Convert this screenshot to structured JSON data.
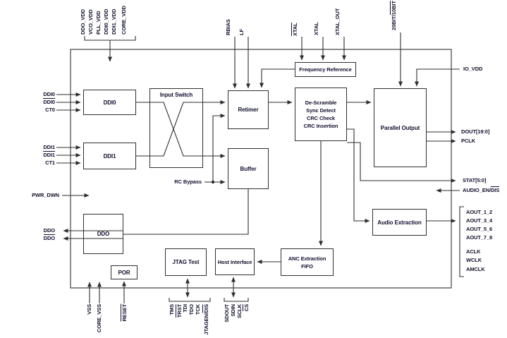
{
  "diagram": {
    "colors": {
      "line": "#2e2e2e",
      "text": "#10102e",
      "background": "#ffffff"
    },
    "blocks": {
      "ddi0": "DDI0",
      "ddi1": "DDI1",
      "input_switch": "Input Switch",
      "retimer": "Retimer",
      "buffer": "Buffer",
      "ddo": "DDO",
      "por": "POR",
      "jtag_test": "JTAG Test",
      "host_interface": "Host Interface",
      "anc_fifo": [
        "ANC Extraction",
        "FIFO"
      ],
      "freq_ref": "Frequency Reference",
      "descramble": [
        "De-Scramble",
        "Sync Detect",
        "CRC Check",
        "CRC Insertion"
      ],
      "parallel_output": "Parallel Output",
      "audio_extraction": "Audio Extraction"
    },
    "pins": {
      "power": [
        "DDO_VDD",
        "VCO_VDD",
        "PLL_VDD",
        "DDI0_VDD",
        "DDI1_VDD",
        "CORE_VDD"
      ],
      "rbias": "RBIAS",
      "lf": "LF",
      "xtal_n": "XTAL",
      "xtal": "XTAL",
      "xtal_out": "XTAL_OUT",
      "bit_mode": {
        "prefix": "20BIT/",
        "overlined": "10BIT"
      },
      "io_vdd": "IO_VDD",
      "dout": "DOUT[19:0]",
      "pclk": "PCLK",
      "stat": "STAT[5:0]",
      "audio_en": {
        "prefix": "AUDIO_EN/",
        "overlined": "DIS"
      },
      "aout": [
        "AOUT_1_2",
        "AOUT_3_4",
        "AOUT_5_6",
        "AOUT_7_8"
      ],
      "aclk": "ACLK",
      "wclk": "WCLK",
      "amclk": "AMCLK",
      "ddi0": "DDI0",
      "ddi0_n": "DDI0",
      "ct0": "CT0",
      "ddi1": "DDI1",
      "ddi1_n": "DDI1",
      "ct1": "CT1",
      "pwr_dwn": "PWR_DWN",
      "ddo": "DDO",
      "ddo_n": "DDO",
      "vss": "VSS",
      "core_vss": "CORE_VSS",
      "reset": "RESET",
      "jtag": [
        "TMS",
        "TRST",
        "TDI",
        "TDO",
        "TCK"
      ],
      "jtag_en": {
        "prefix": "JTAGEN/",
        "overlined": "DIS"
      },
      "host": [
        "SDOUT",
        "SDIN",
        "SCLK"
      ],
      "cs": "CS",
      "rc_bypass": "RC Bypass"
    }
  }
}
